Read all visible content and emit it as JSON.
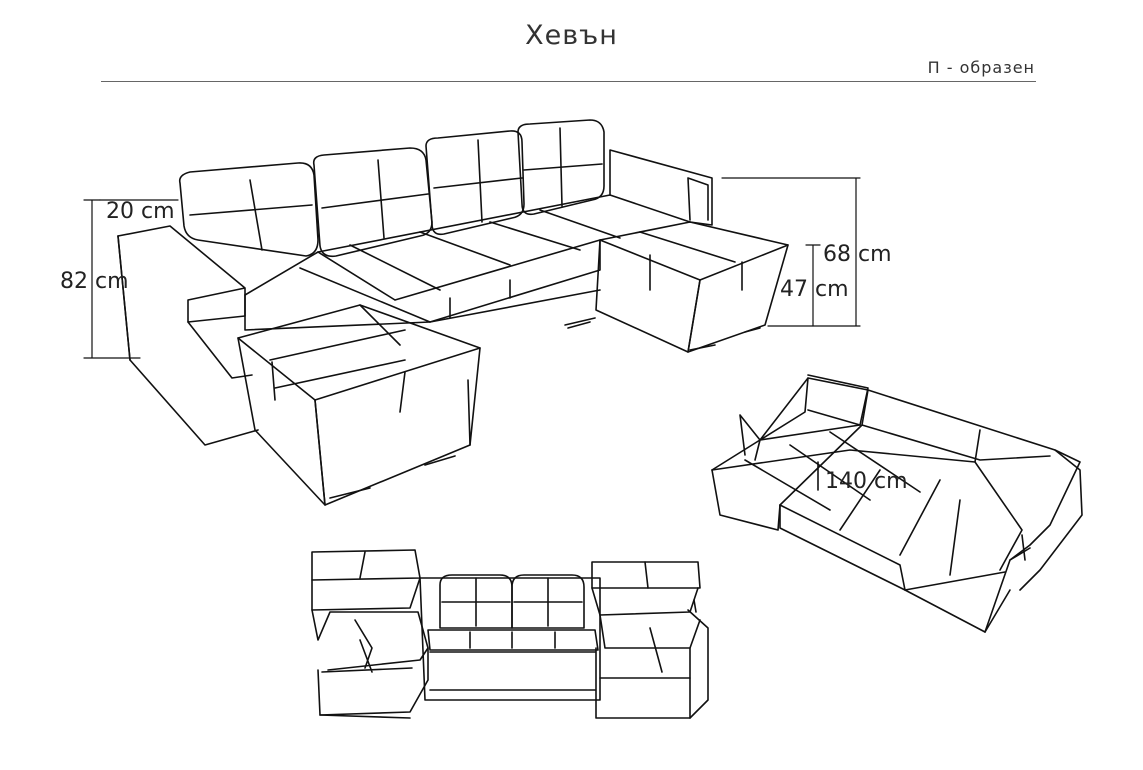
{
  "header": {
    "title": "Хевън",
    "subtitle": "П - образен"
  },
  "dimensions": {
    "armrest_height": "20 cm",
    "total_height": "82 cm",
    "back_height": "68 cm",
    "seat_height": "47 cm",
    "bed_width": "140 cm"
  },
  "colors": {
    "line": "#111111",
    "background": "#ffffff"
  }
}
